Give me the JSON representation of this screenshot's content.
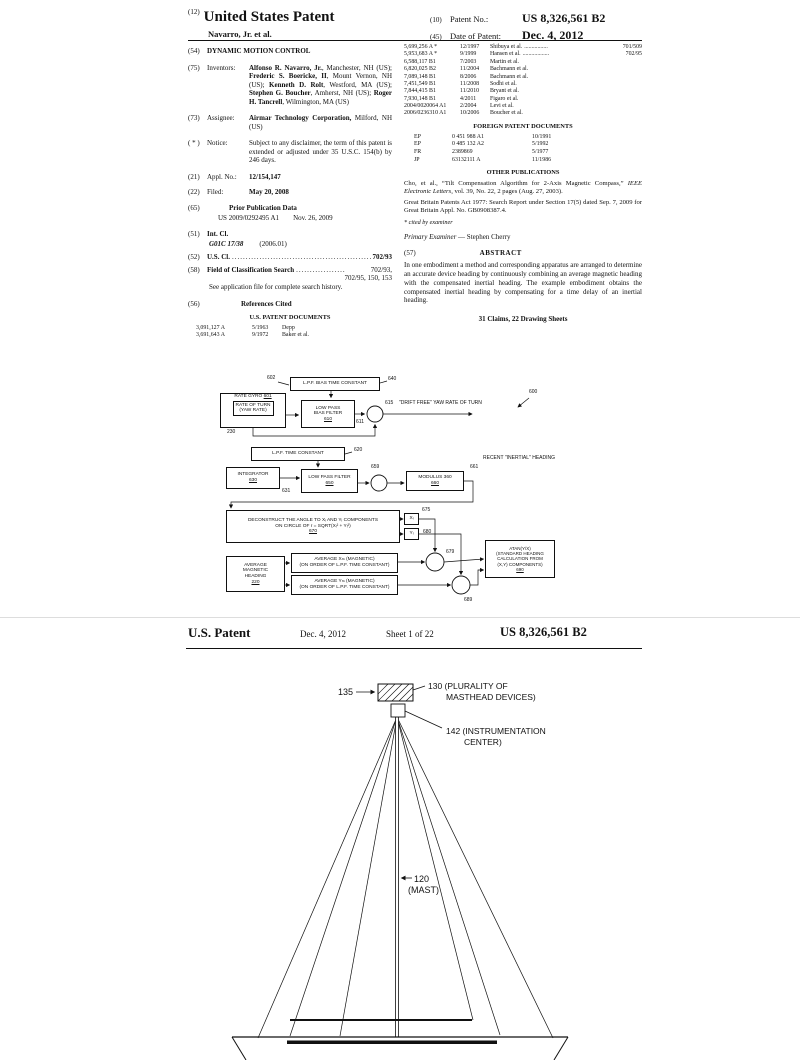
{
  "page1": {
    "header": {
      "tag12": "(12)",
      "title": "United States Patent",
      "inventor_line": "Navarro, Jr. et al.",
      "tag10": "(10)",
      "patent_no_label": "Patent No.:",
      "patent_no": "US 8,326,561 B2",
      "tag45": "(45)",
      "date_label": "Date of Patent:",
      "date": "Dec. 4, 2012"
    },
    "left": {
      "f54": {
        "tag": "(54)",
        "title": "DYNAMIC MOTION CONTROL"
      },
      "f75": {
        "tag": "(75)",
        "label": "Inventors:",
        "n1": "Alfonso R. Navarro, Jr.",
        "s1": ", Manchester, NH (US); ",
        "n2": "Frederic S. Boericke, II",
        "s2": ", Mount Vernon, NH (US); ",
        "n3": "Kenneth D. Rolt",
        "s3": ", Westford, MA (US); ",
        "n4": "Stephen G. Boucher",
        "s4": ", Amherst, NH (US); ",
        "n5": "Roger H. Tancrell",
        "s5": ", Wilmington, MA (US)"
      },
      "f73": {
        "tag": "(73)",
        "label": "Assignee:",
        "name": "Airmar Technology Corporation,",
        "loc": " Milford, NH (US)"
      },
      "notice": {
        "tag": "( * )",
        "label": "Notice:",
        "value": "Subject to any disclaimer, the term of this patent is extended or adjusted under 35 U.S.C. 154(b) by 246 days."
      },
      "f21": {
        "tag": "(21)",
        "label": "Appl. No.:",
        "value": "12/154,147"
      },
      "f22": {
        "tag": "(22)",
        "label": "Filed:",
        "value": "May 20, 2008"
      },
      "f65": {
        "tag": "(65)",
        "label": "Prior Publication Data",
        "value": "US 2009/0292495 A1",
        "value2": "Nov. 26, 2009"
      },
      "f51": {
        "tag": "(51)",
        "label": "Int. Cl.",
        "cls": "G01C 17/38",
        "year": "(2006.01)"
      },
      "f52": {
        "tag": "(52)",
        "label": "U.S. Cl.",
        "dots": "........................................................",
        "value": "702/93"
      },
      "f58": {
        "tag": "(58)",
        "label": "Field of Classification Search",
        "dots": "..................",
        "value": "702/93,",
        "value2": "702/95, 150, 153",
        "note": "See application file for complete search history."
      },
      "f56": {
        "tag": "(56)",
        "label": "References Cited",
        "us_header": "U.S. PATENT DOCUMENTS",
        "refs": [
          {
            "num": "3,091,127 A",
            "date": "5/1963",
            "name": "Depp"
          },
          {
            "num": "3,691,643 A",
            "date": "9/1972",
            "name": "Baker et al."
          }
        ]
      }
    },
    "right": {
      "us_refs": [
        {
          "num": "5,699,256 A *",
          "date": "12/1997",
          "name": "Shibuya et al.",
          "dots": "................",
          "cls": "701/509"
        },
        {
          "num": "5,953,683 A *",
          "date": "9/1999",
          "name": "Hansen et al.",
          "dots": "..................",
          "cls": "702/95"
        },
        {
          "num": "6,588,117 B1",
          "date": "7/2003",
          "name": "Martin et al."
        },
        {
          "num": "6,820,025 B2",
          "date": "11/2004",
          "name": "Bachmann et al."
        },
        {
          "num": "7,089,148 B1",
          "date": "8/2006",
          "name": "Bachmann et al."
        },
        {
          "num": "7,451,549 B1",
          "date": "11/2008",
          "name": "Sodhi et al."
        },
        {
          "num": "7,844,415 B1",
          "date": "11/2010",
          "name": "Bryant et al."
        },
        {
          "num": "7,930,148 B1",
          "date": "4/2011",
          "name": "Figaro et al."
        },
        {
          "num": "2004/0020064 A1",
          "date": "2/2004",
          "name": "Levi et al."
        },
        {
          "num": "2006/0236310 A1",
          "date": "10/2006",
          "name": "Boucher et al."
        }
      ],
      "foreign_header": "FOREIGN PATENT DOCUMENTS",
      "foreign_refs": [
        {
          "cc": "EP",
          "num": "0 451 988  A1",
          "date": "10/1991"
        },
        {
          "cc": "EP",
          "num": "0 485 132  A2",
          "date": "5/1992"
        },
        {
          "cc": "FR",
          "num": "2389869",
          "date": "5/1977"
        },
        {
          "cc": "JP",
          "num": "63132111  A",
          "date": "11/1986"
        }
      ],
      "other_header": "OTHER PUBLICATIONS",
      "pub1a": "Cho, et al., “Tilt Compensation Algorithm for 2-Axis Magnetic Compass,” ",
      "pub1b": "IEEE Electronic Letters",
      "pub1c": ", vol. 39, No. 22, 2 pages (Aug. 27, 2003).",
      "pub2": "Great Britain Patents Act 1977: Search Report under Section 17(5) dated Sep. 7, 2009 for Great Britain Appl. No. GB0908387.4.",
      "cited": "* cited by examiner",
      "examiner_label": "Primary Examiner",
      "examiner_value": " — Stephen Cherry",
      "f57": {
        "tag": "(57)",
        "label": "ABSTRACT"
      },
      "abstract": "In one embodiment a method and corresponding apparatus are arranged to determine an accurate device heading by continuously combining an average magnetic heading with the compensated inertial heading. The example embodiment obtains the compensated inertial heading by compensating for a time delay of an inertial heading.",
      "claims": "31 Claims, 22 Drawing Sheets"
    }
  },
  "diagram": {
    "labels": {
      "l600": "600",
      "l602": "602",
      "l640": "640",
      "l230": "230",
      "l611": "611",
      "l615": "615",
      "drift": "\"DRIFT FREE\" YAW RATE OF TURN",
      "l620": "620",
      "l631": "631",
      "l659": "659",
      "l661": "661",
      "recent": "RECENT \"INERTIAL\" HEADING",
      "l675": "675",
      "l680": "680",
      "l679": "679",
      "l689": "689"
    },
    "boxes": {
      "lpf_bias": "L.P.F. BIAS TIME CONSTANT",
      "rate_gyro_title": "RATE GYRO",
      "rate_gyro_num": "601",
      "rate_of_turn": "RATE OF TURN\n(YAW RATE)",
      "lp_bias_filter": "LOW PASS\nBIAS FILTER",
      "lp_bias_filter_num": "610",
      "lpf_tc": "L.P.F. TIME CONSTANT",
      "integrator": "INTEGRATOR",
      "integrator_num": "630",
      "lp_filter": "LOW PASS FILTER",
      "lp_filter_num": "650",
      "modulus": "MODULUS 360",
      "modulus_num": "660",
      "deconstruct": "DECONSTRUCT THE ANGLE TO Xᵢ AND Yᵢ COMPONENTS\nON CIRCLE OF r = SQRT(Xᵢ² + Yᵢ²)",
      "deconstruct_num": "670",
      "xi": "Xᵢ",
      "yi": "Yᵢ",
      "atan": "ATAN(Y/X)\n(STANDARD HEADING\nCALCULATION FROM\n(X,Y) COMPONENTS)",
      "atan_num": "690",
      "avg_mag": "AVERAGE\nMAGNETIC\nHEADING",
      "avg_mag_num": "220",
      "avg_xm": "AVERAGE Xₘ (MAGNETIC)\n(ON ORDER OF L.P.F. TIME CONSTANT)",
      "avg_ym": "AVERAGE Yₘ (MAGNETIC)\n(ON ORDER OF L.P.F. TIME CONSTANT)"
    }
  },
  "page2": {
    "header": {
      "title": "U.S. Patent",
      "date": "Dec. 4, 2012",
      "sheet": "Sheet 1 of 22",
      "patent_no": "US 8,326,561 B2"
    },
    "figure": {
      "label_135": "135",
      "label_130a": "130 (PLURALITY OF",
      "label_130b": "MASTHEAD DEVICES)",
      "label_142a": "142 (INSTRUMENTATION",
      "label_142b": "CENTER)",
      "label_120a": "120",
      "label_120b": "(MAST)"
    }
  }
}
